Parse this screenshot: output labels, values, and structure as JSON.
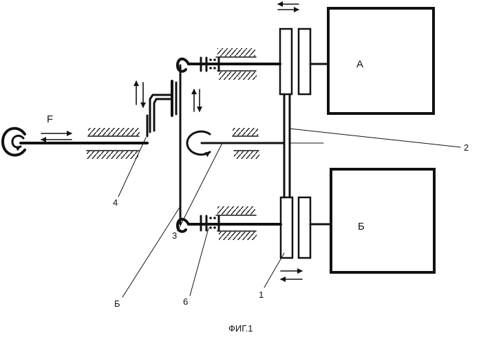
{
  "figure": {
    "caption": "ФИГ.1",
    "units": {
      "unit_a": "А",
      "unit_b": "Б"
    },
    "force_label": "F",
    "callouts": {
      "c1": "1",
      "c2": "2",
      "c3": "3",
      "c4": "4",
      "c5": "Б",
      "c6": "6"
    }
  }
}
